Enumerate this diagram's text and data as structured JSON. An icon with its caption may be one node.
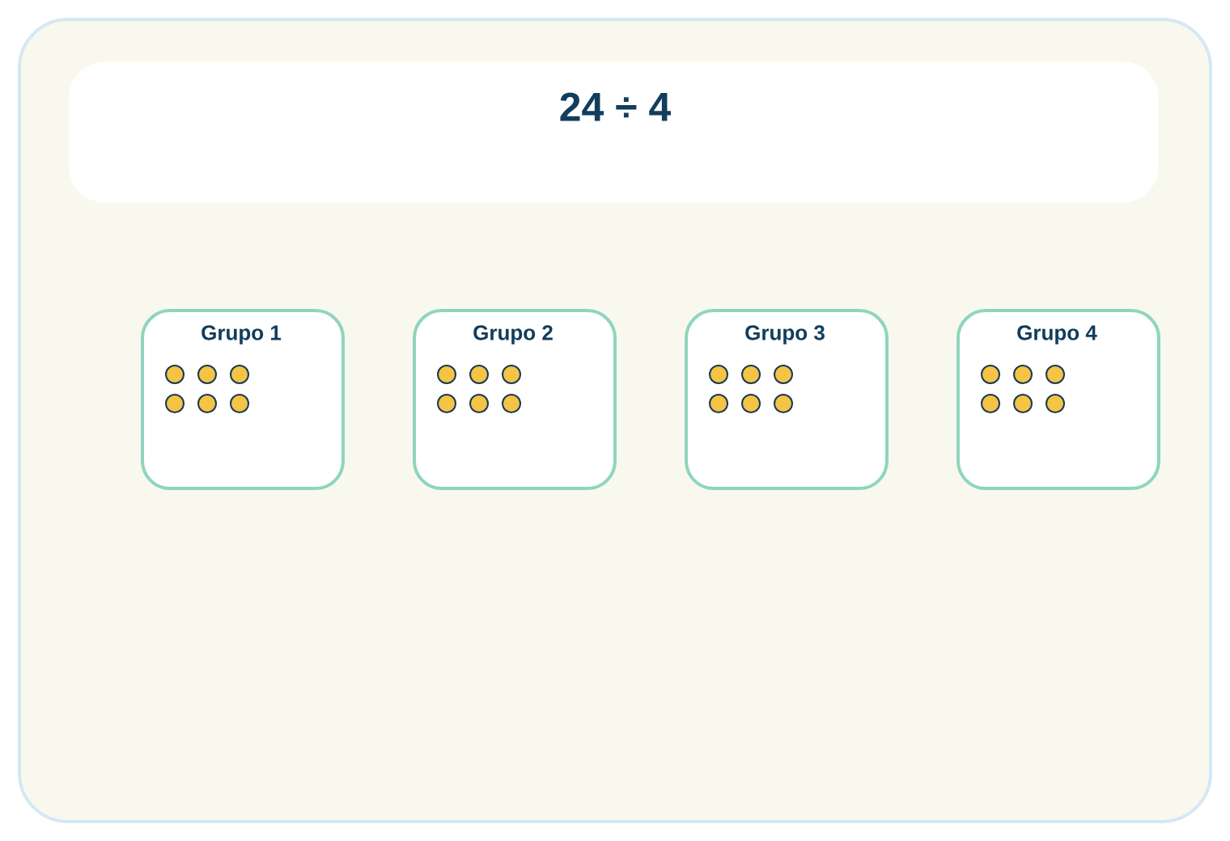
{
  "diagram": {
    "nodes": [
      {
        "text": [
          "24 ÷ 4"
        ]
      },
      {
        "text": [
          "Grupo 1"
        ]
      },
      {
        "text": [],
        "shape": "circle",
        "in": 1
      },
      {
        "text": [],
        "shape": "circle",
        "in": 1
      },
      {
        "text": [],
        "shape": "circle",
        "in": 1
      },
      {
        "text": [],
        "shape": "circle",
        "in": 1
      },
      {
        "text": [],
        "shape": "circle",
        "in": 1
      },
      {
        "text": [],
        "shape": "circle",
        "in": 1
      },
      {
        "text": [
          "Grupo 2"
        ]
      },
      {
        "text": [],
        "shape": "circle",
        "in": 8
      },
      {
        "text": [],
        "shape": "circle",
        "in": 8
      },
      {
        "text": [],
        "shape": "circle",
        "in": 8
      },
      {
        "text": [],
        "shape": "circle",
        "in": 8
      },
      {
        "text": [],
        "shape": "circle",
        "in": 8
      },
      {
        "text": [],
        "shape": "circle",
        "in": 8
      },
      {
        "text": [
          "Grupo 3"
        ]
      },
      {
        "text": [],
        "shape": "circle",
        "in": 15
      },
      {
        "text": [],
        "shape": "circle",
        "in": 15
      },
      {
        "text": [],
        "shape": "circle",
        "in": 15
      },
      {
        "text": [],
        "shape": "circle",
        "in": 15
      },
      {
        "text": [],
        "shape": "circle",
        "in": 15
      },
      {
        "text": [],
        "shape": "circle",
        "in": 15
      },
      {
        "text": [
          "Grupo 4"
        ]
      },
      {
        "text": [],
        "shape": "circle",
        "in": 22
      },
      {
        "text": [],
        "shape": "circle",
        "in": 22
      },
      {
        "text": [],
        "shape": "circle",
        "in": 22
      },
      {
        "text": [],
        "shape": "circle",
        "in": 22
      },
      {
        "text": [],
        "shape": "circle",
        "in": 22
      },
      {
        "text": [],
        "shape": "circle",
        "in": 22
      }
    ]
  }
}
